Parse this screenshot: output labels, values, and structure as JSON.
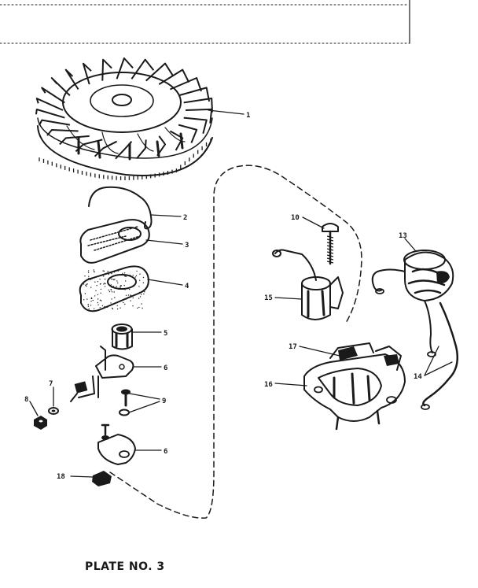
{
  "caption": "PLATE NO. 3",
  "labels": {
    "p1": "1",
    "p2": "2",
    "p3": "3",
    "p4": "4",
    "p5": "5",
    "p6a": "6",
    "p6b": "6",
    "p7": "7",
    "p8": "8",
    "p9": "9",
    "p10": "10",
    "p13": "13",
    "p14": "14",
    "p15": "15",
    "p16": "16",
    "p17": "17",
    "p18": "18"
  },
  "colors": {
    "ink": "#1a1a1a",
    "paper": "#ffffff"
  }
}
